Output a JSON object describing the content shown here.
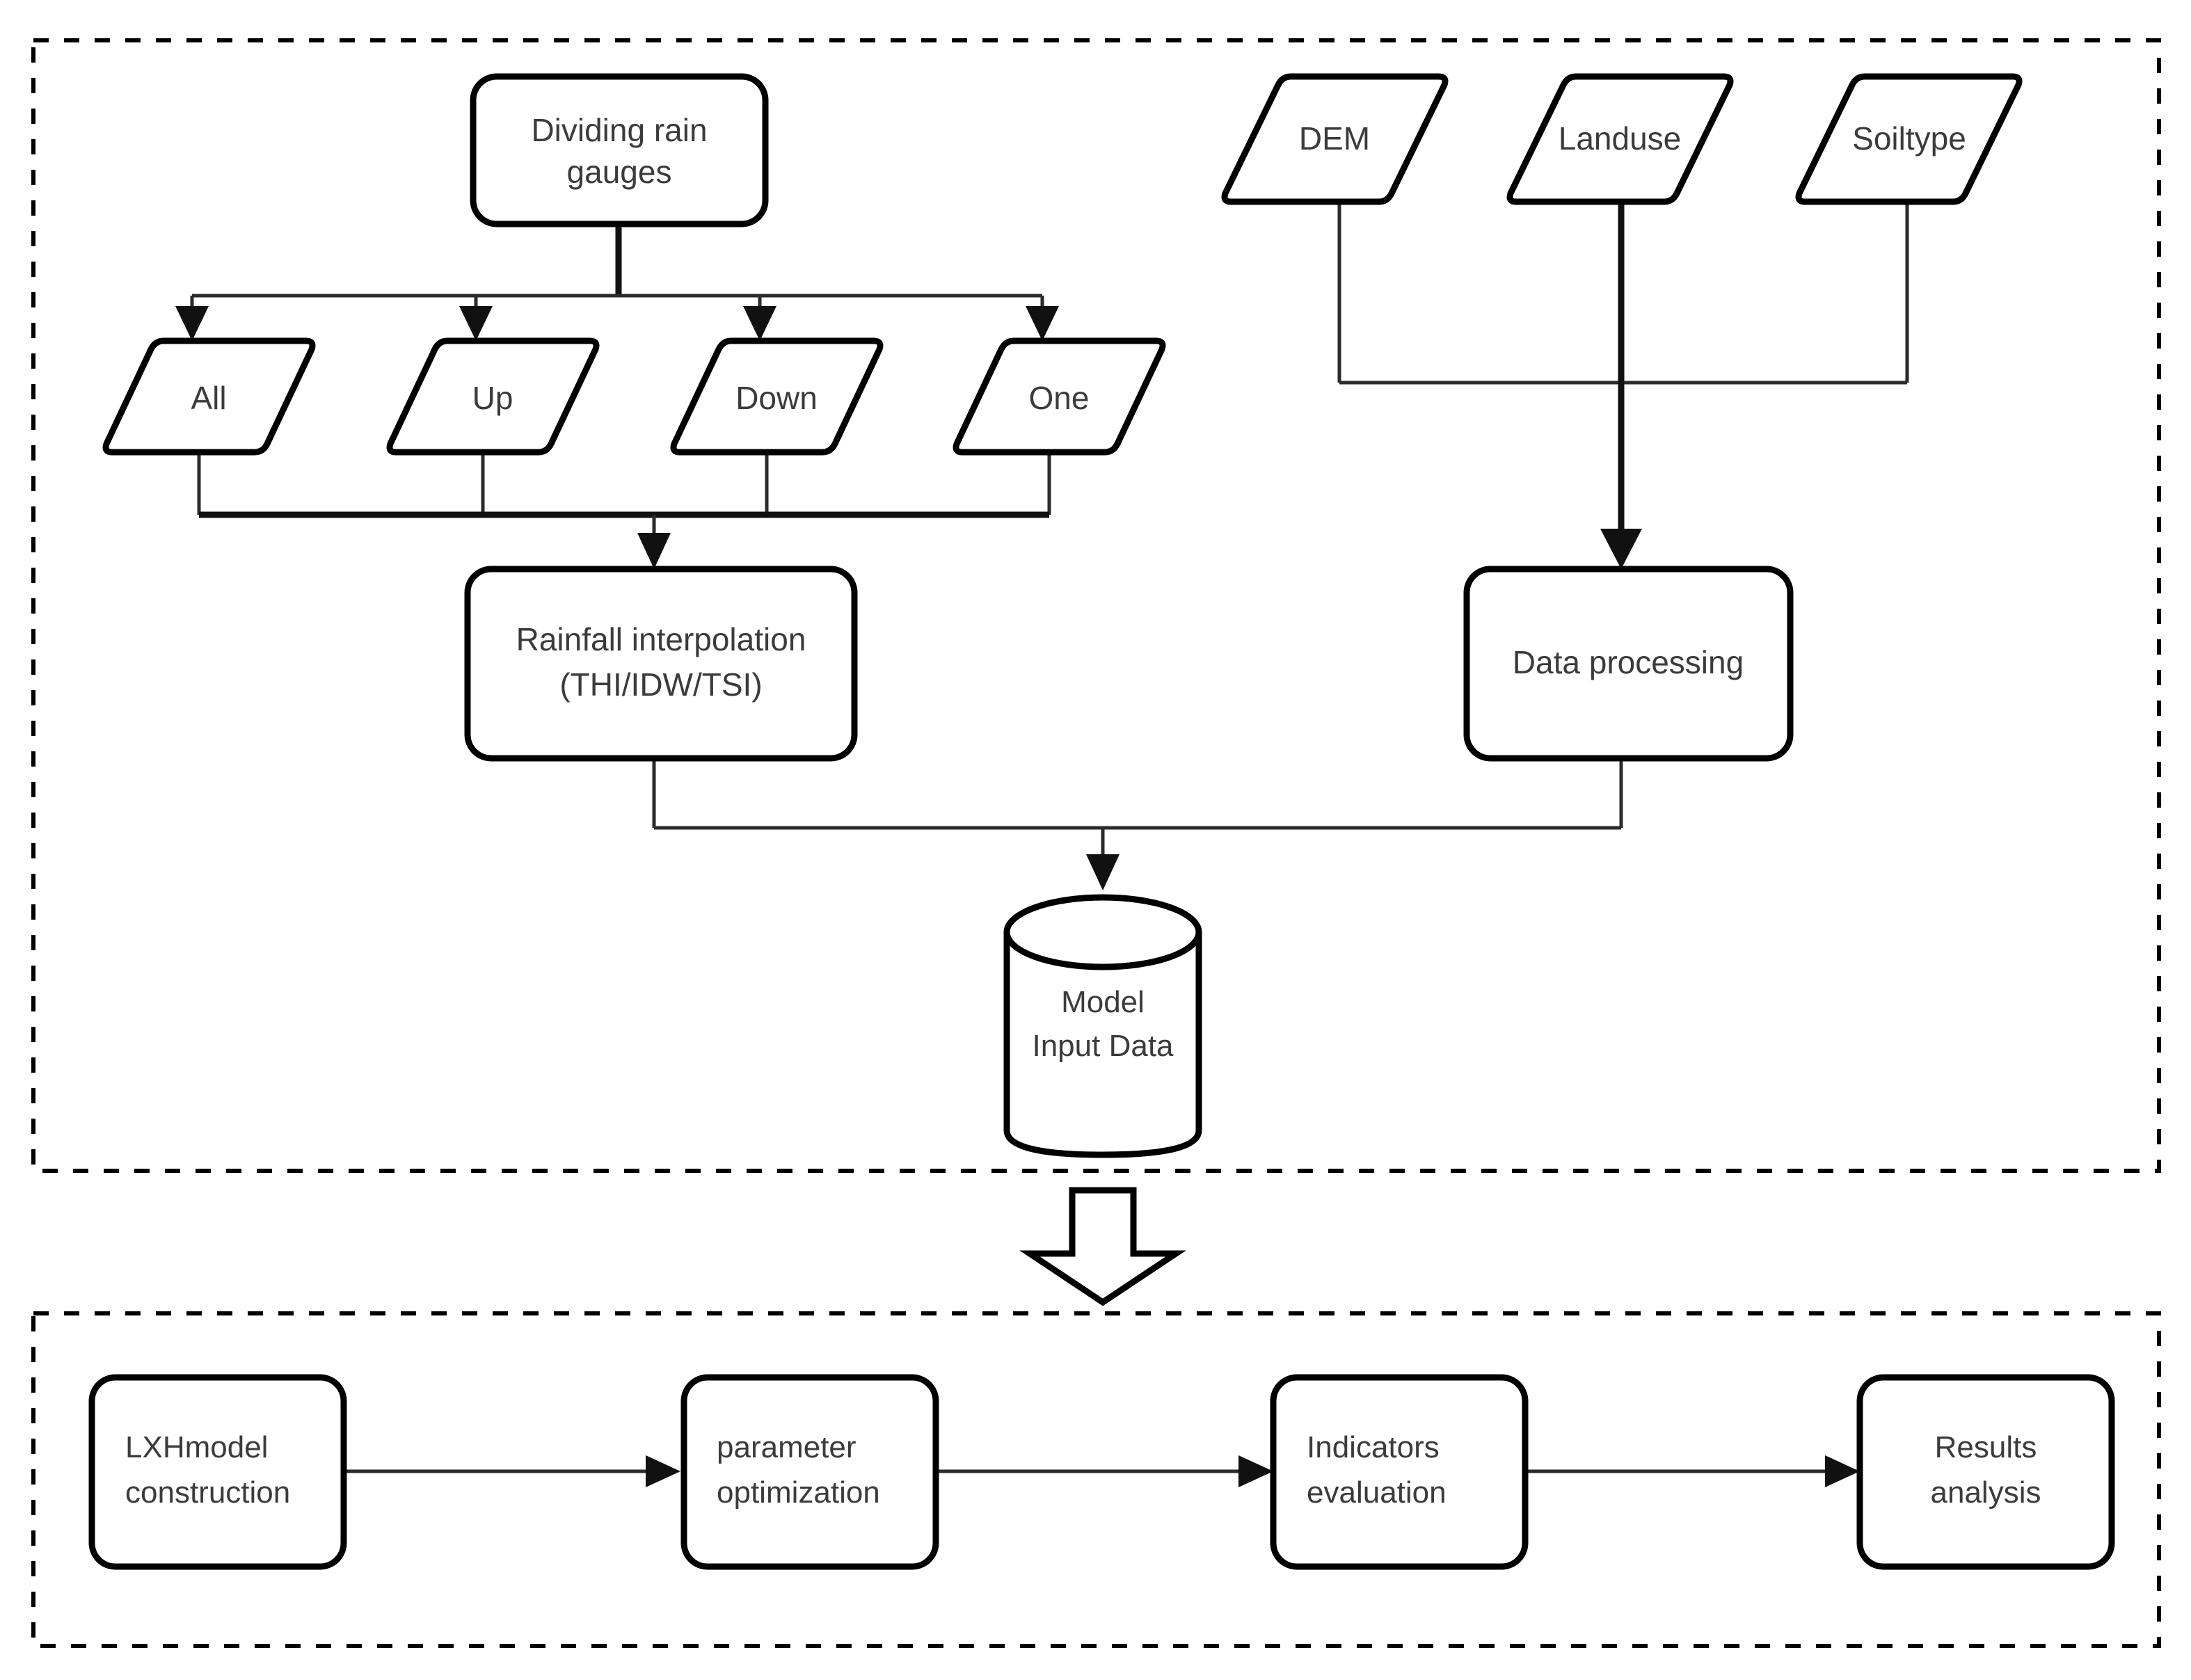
{
  "diagram": {
    "title": "Hydrological modelling workflow flowchart",
    "stroke_color": "#000000",
    "text_color": "#3b3b3b",
    "background": "#ffffff",
    "connector_color": "#2b2b2b"
  },
  "sections": [
    {
      "id": "data-preparation",
      "label": ""
    },
    {
      "id": "modelling",
      "label": ""
    }
  ],
  "nodes": {
    "dividing_rain_gauges": {
      "line1": "Dividing rain",
      "line2": "gauges",
      "shape": "rounded-rect"
    },
    "all": {
      "label": "All",
      "shape": "parallelogram"
    },
    "up": {
      "label": "Up",
      "shape": "parallelogram"
    },
    "down": {
      "label": "Down",
      "shape": "parallelogram"
    },
    "one": {
      "label": "One",
      "shape": "parallelogram"
    },
    "dem": {
      "label": "DEM",
      "shape": "parallelogram"
    },
    "landuse": {
      "label": "Landuse",
      "shape": "parallelogram"
    },
    "soiltype": {
      "label": "Soiltype",
      "shape": "parallelogram"
    },
    "rainfall_interpolation": {
      "line1": "Rainfall interpolation",
      "line2": "(THI/IDW/TSI)",
      "shape": "rounded-rect"
    },
    "data_processing": {
      "label": "Data processing",
      "shape": "rounded-rect"
    },
    "model_input_data": {
      "line1": "Model",
      "line2": "Input Data",
      "shape": "cylinder"
    },
    "lxhmodel_construction": {
      "line1": "LXHmodel",
      "line2": "construction",
      "shape": "rounded-rect"
    },
    "parameter_optimization": {
      "line1": "parameter",
      "line2": "optimization",
      "shape": "rounded-rect"
    },
    "indicators_evaluation": {
      "line1": "Indicators",
      "line2": "evaluation",
      "shape": "rounded-rect"
    },
    "results_analysis": {
      "line1": "Results",
      "line2": "analysis",
      "shape": "rounded-rect"
    }
  },
  "edges": [
    {
      "from": "dividing_rain_gauges",
      "to": "all"
    },
    {
      "from": "dividing_rain_gauges",
      "to": "up"
    },
    {
      "from": "dividing_rain_gauges",
      "to": "down"
    },
    {
      "from": "dividing_rain_gauges",
      "to": "one"
    },
    {
      "from": "all",
      "to": "rainfall_interpolation"
    },
    {
      "from": "up",
      "to": "rainfall_interpolation"
    },
    {
      "from": "down",
      "to": "rainfall_interpolation"
    },
    {
      "from": "one",
      "to": "rainfall_interpolation"
    },
    {
      "from": "dem",
      "to": "data_processing"
    },
    {
      "from": "landuse",
      "to": "data_processing"
    },
    {
      "from": "soiltype",
      "to": "data_processing"
    },
    {
      "from": "rainfall_interpolation",
      "to": "model_input_data"
    },
    {
      "from": "data_processing",
      "to": "model_input_data"
    },
    {
      "from": "data-preparation",
      "to": "modelling"
    },
    {
      "from": "lxhmodel_construction",
      "to": "parameter_optimization"
    },
    {
      "from": "parameter_optimization",
      "to": "indicators_evaluation"
    },
    {
      "from": "indicators_evaluation",
      "to": "results_analysis"
    }
  ]
}
